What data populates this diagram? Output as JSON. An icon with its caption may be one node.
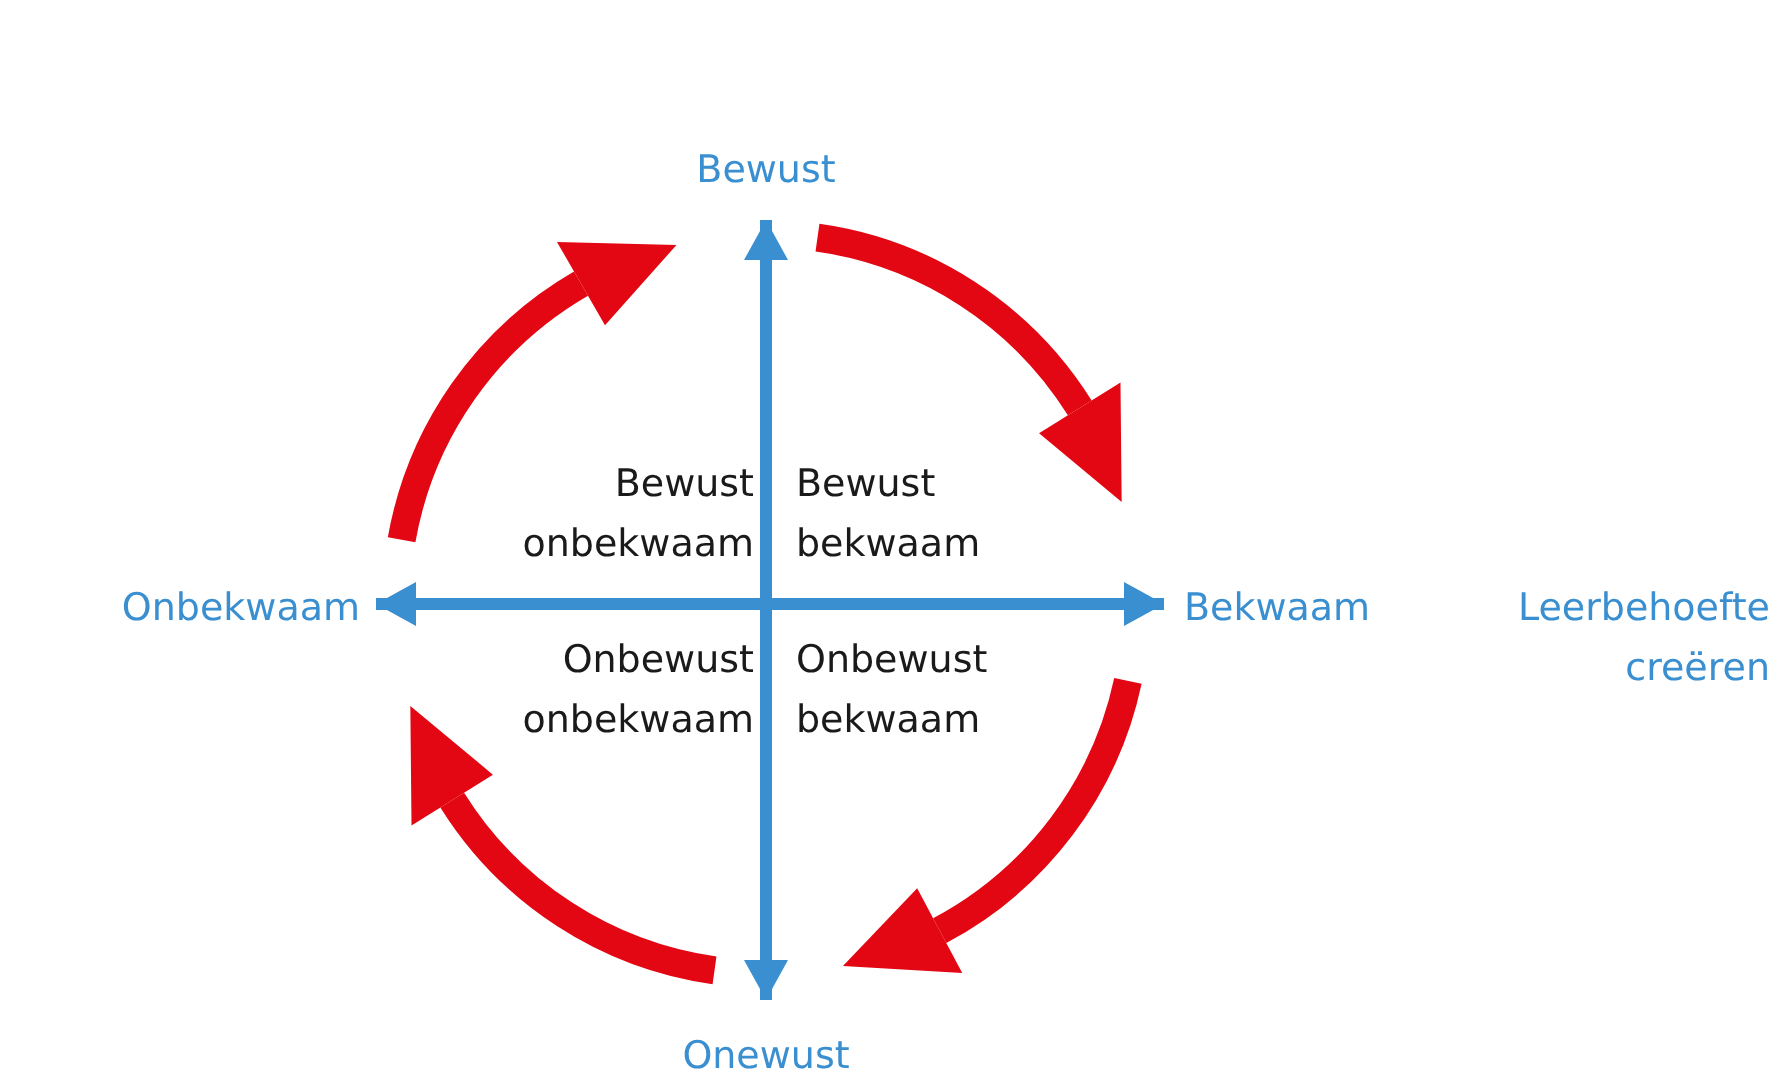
{
  "diagram": {
    "labels": [
      "Bewust",
      "Bewust onbekwaam",
      "Bewust bekwaam",
      "Onbekwaam",
      "Bekwaam",
      "Leerbehoefte creëren",
      "Onbewust onbekwaam",
      "Onbewust bekwaam",
      "Onewust"
    ]
  }
}
